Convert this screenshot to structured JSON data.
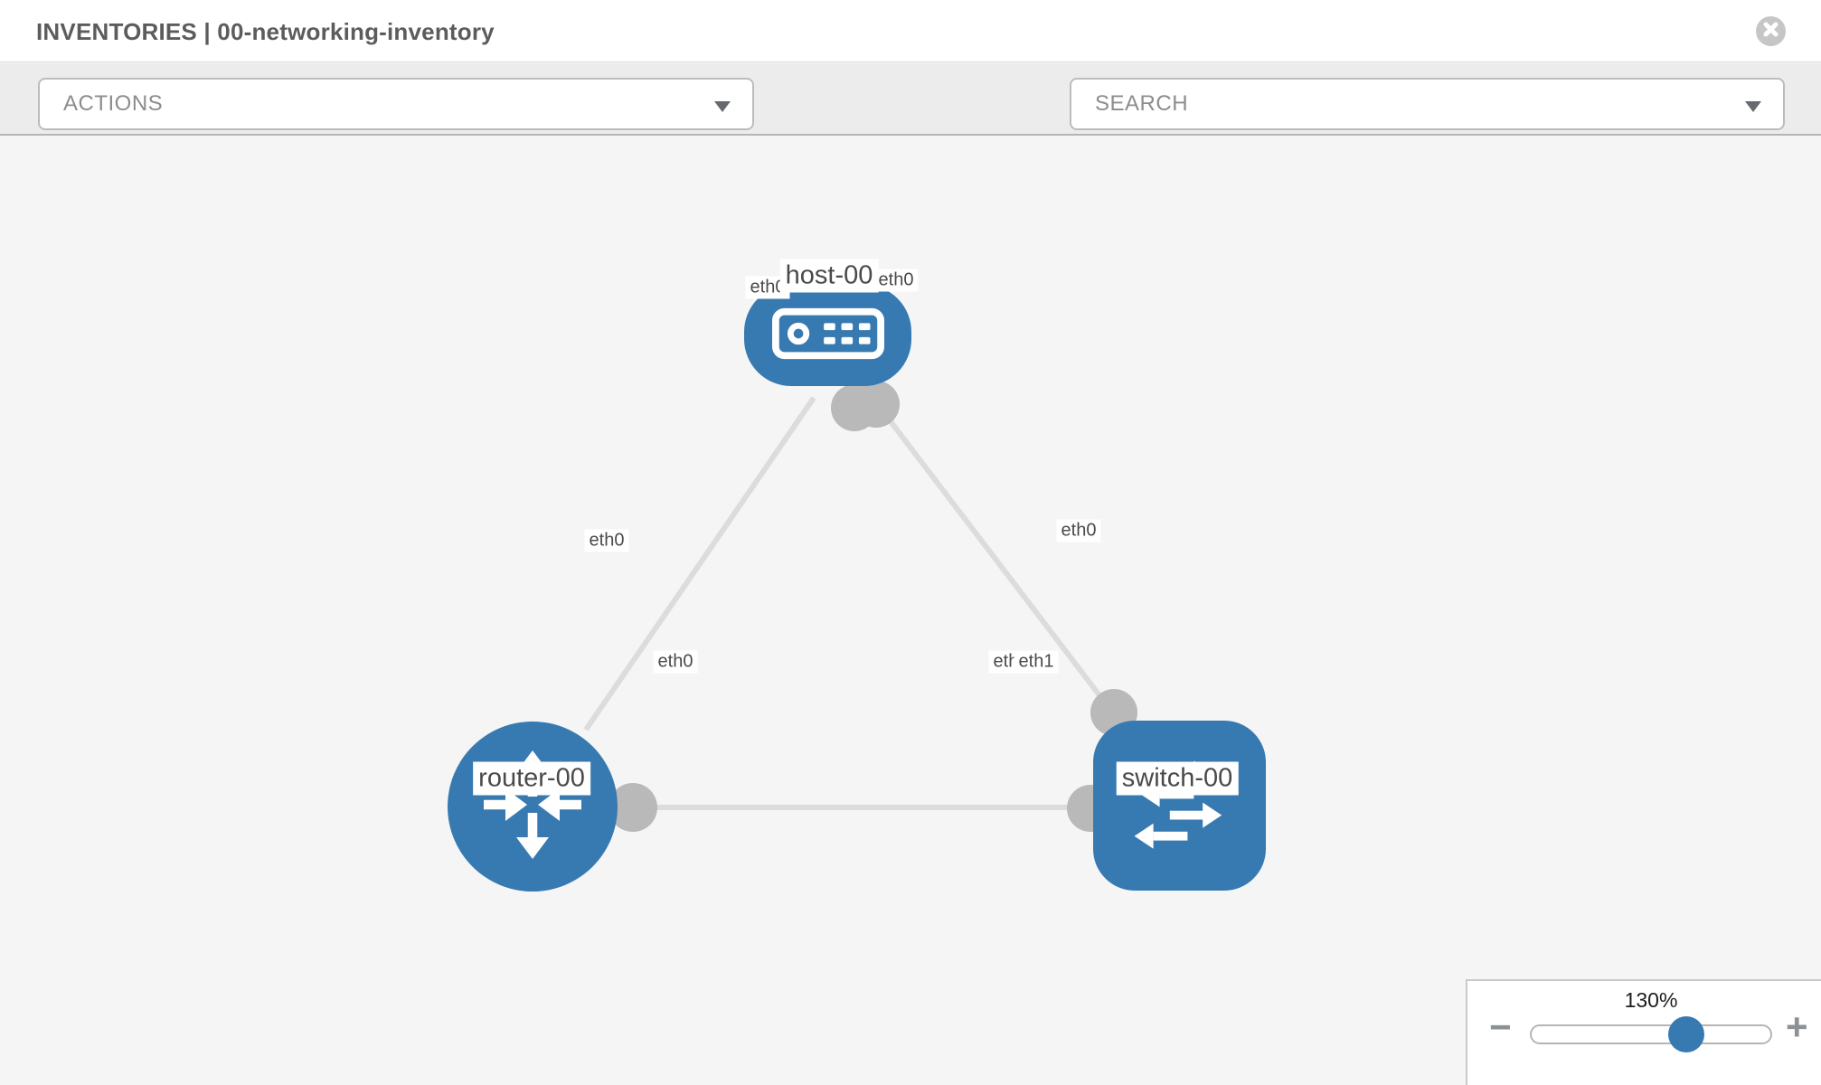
{
  "header": {
    "title": "INVENTORIES | 00-networking-inventory"
  },
  "toolbar": {
    "actions_label": "ACTIONS",
    "search_label": "SEARCH",
    "icons": [
      "wrench-icon",
      "key-icon"
    ]
  },
  "topology": {
    "nodes": {
      "host": {
        "label": "host-00",
        "type": "host"
      },
      "router": {
        "label": "router-00",
        "type": "router"
      },
      "switch": {
        "label": "switch-00",
        "type": "switch"
      }
    },
    "ifaces": {
      "host_left": "eth0",
      "host_right": "eth0",
      "router_top": "eth0",
      "router_right": "eth0",
      "switch_top": "eth0",
      "switch_left_front": "eth1",
      "switch_left_back": "eth0"
    },
    "links": [
      {
        "from": "router-00",
        "from_iface": "eth0",
        "to": "host-00",
        "to_iface": "eth0"
      },
      {
        "from": "host-00",
        "from_iface": "eth0",
        "to": "switch-00",
        "to_iface": "eth0"
      },
      {
        "from": "router-00",
        "from_iface": "eth0",
        "to": "switch-00",
        "to_iface": "eth1"
      }
    ]
  },
  "zoom_control": {
    "value": "130%",
    "minus_label": "−",
    "plus_label": "+"
  },
  "colors": {
    "node_blue": "#377ab2",
    "link_gray": "#dcdcdc",
    "connector_gray": "#b9b9b9",
    "canvas_bg": "#f5f5f5",
    "toolbar_bg": "#ececec",
    "title_gray": "#5c5c5c"
  }
}
